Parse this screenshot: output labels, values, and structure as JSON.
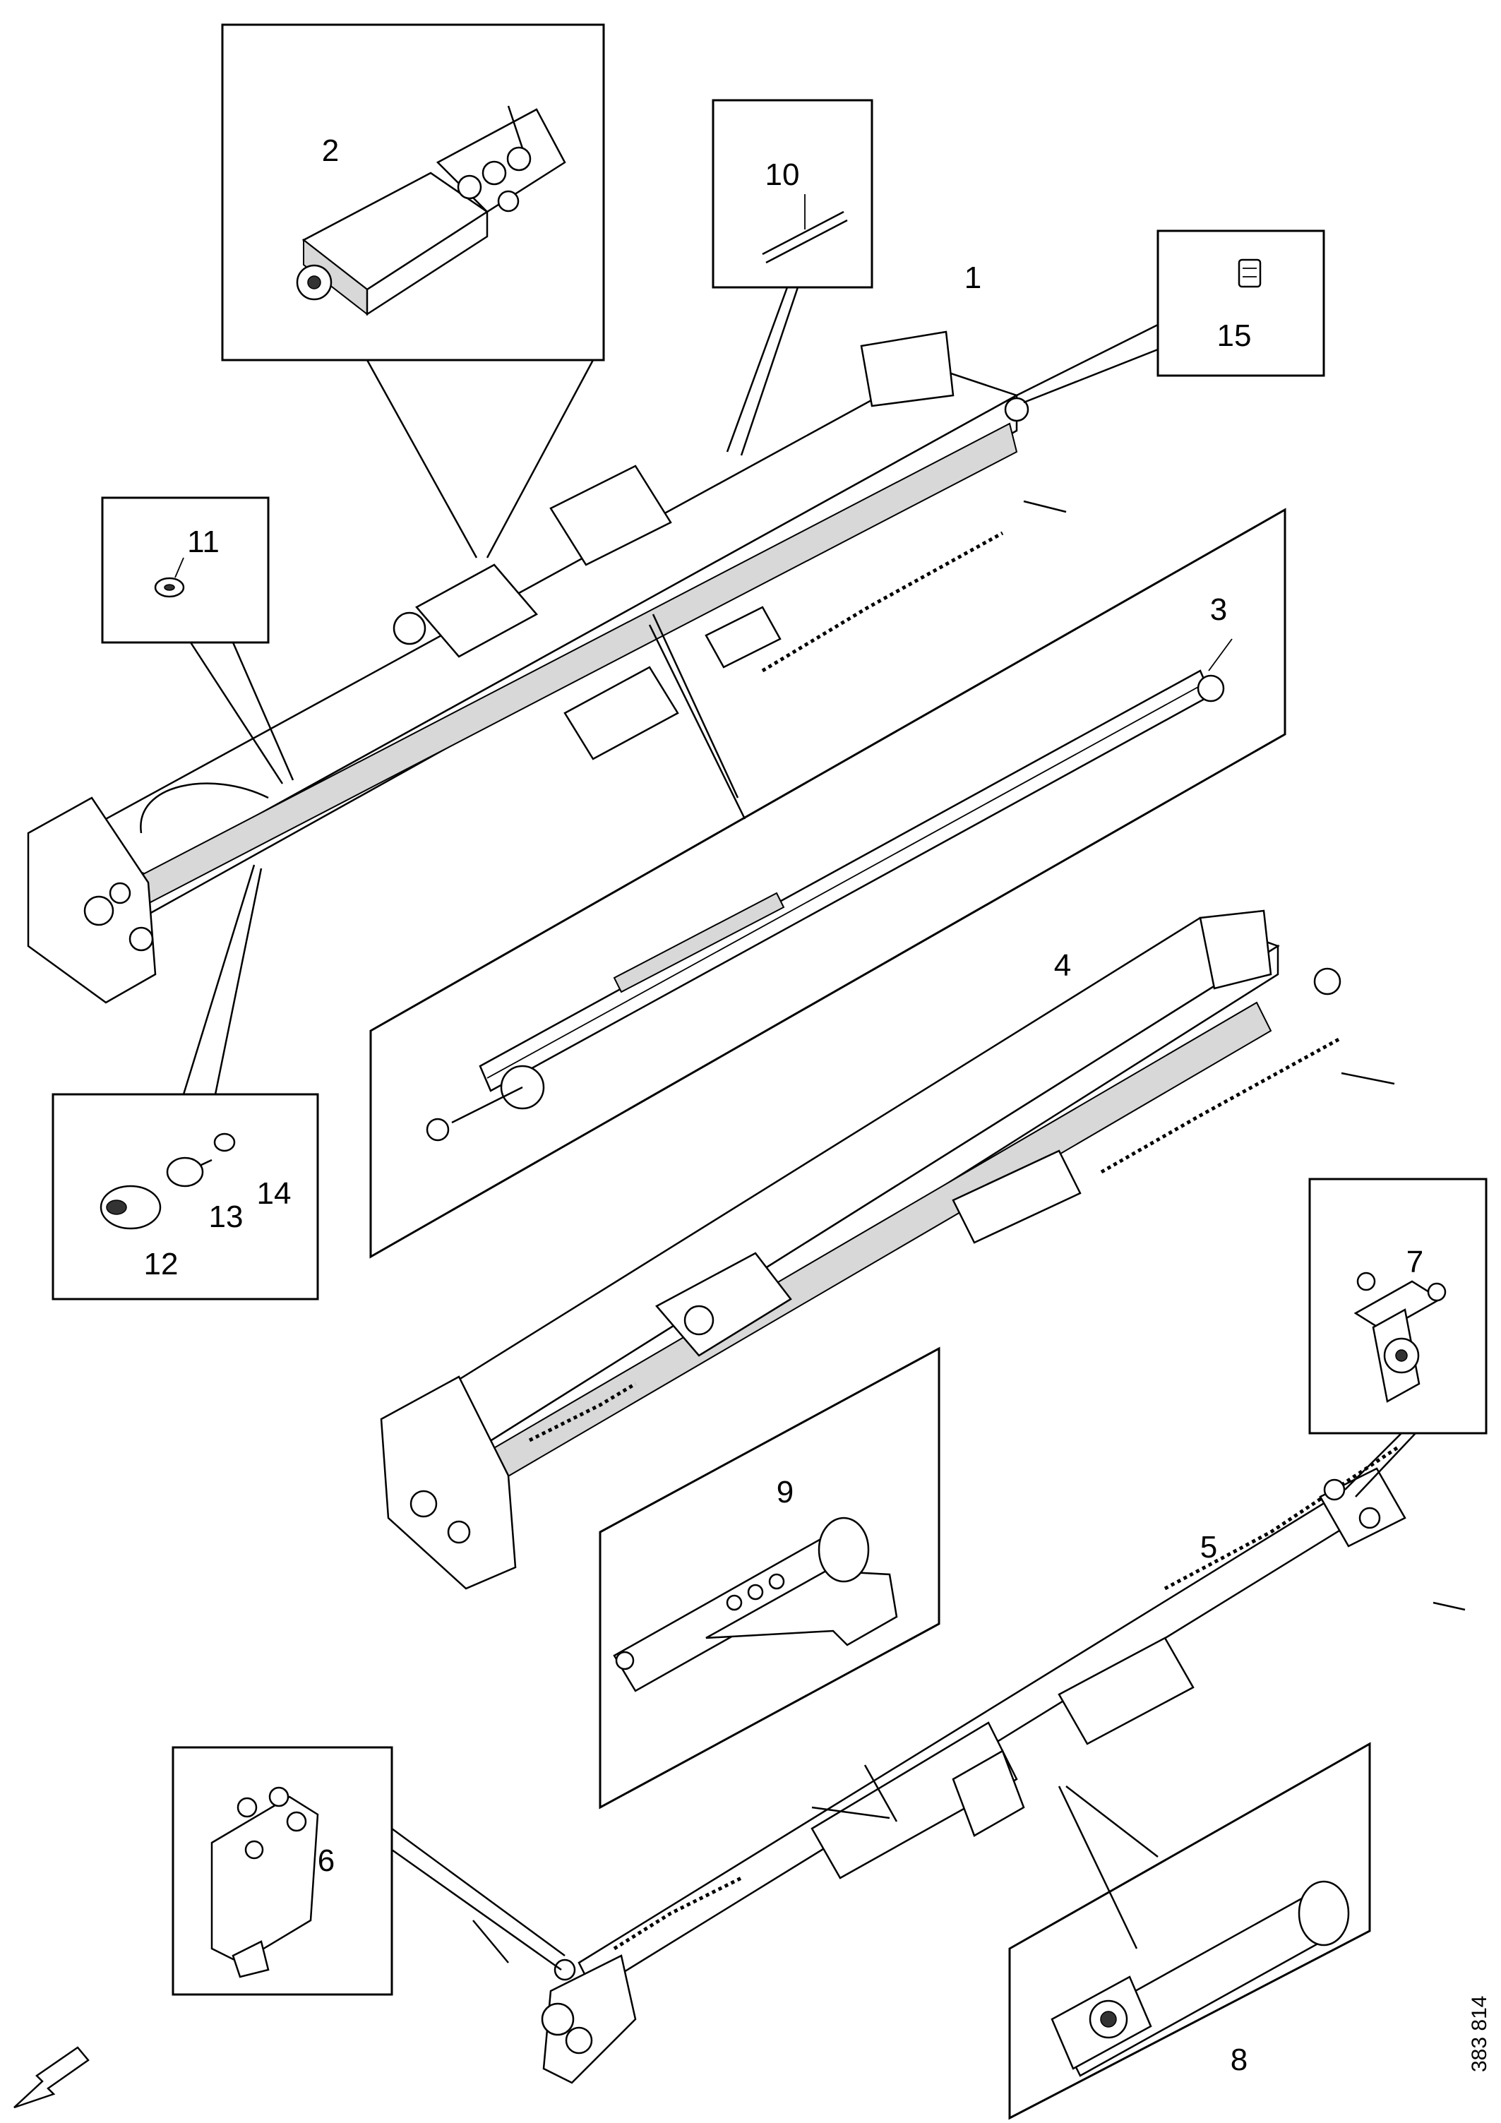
{
  "diagram": {
    "part_numbers": [
      "1",
      "2",
      "3",
      "4",
      "5",
      "6",
      "7",
      "8",
      "9",
      "10",
      "11",
      "12",
      "13",
      "14",
      "15"
    ],
    "reference_number": "383 814"
  },
  "icons": {
    "direction_arrow": "arrow-down-left-icon"
  }
}
